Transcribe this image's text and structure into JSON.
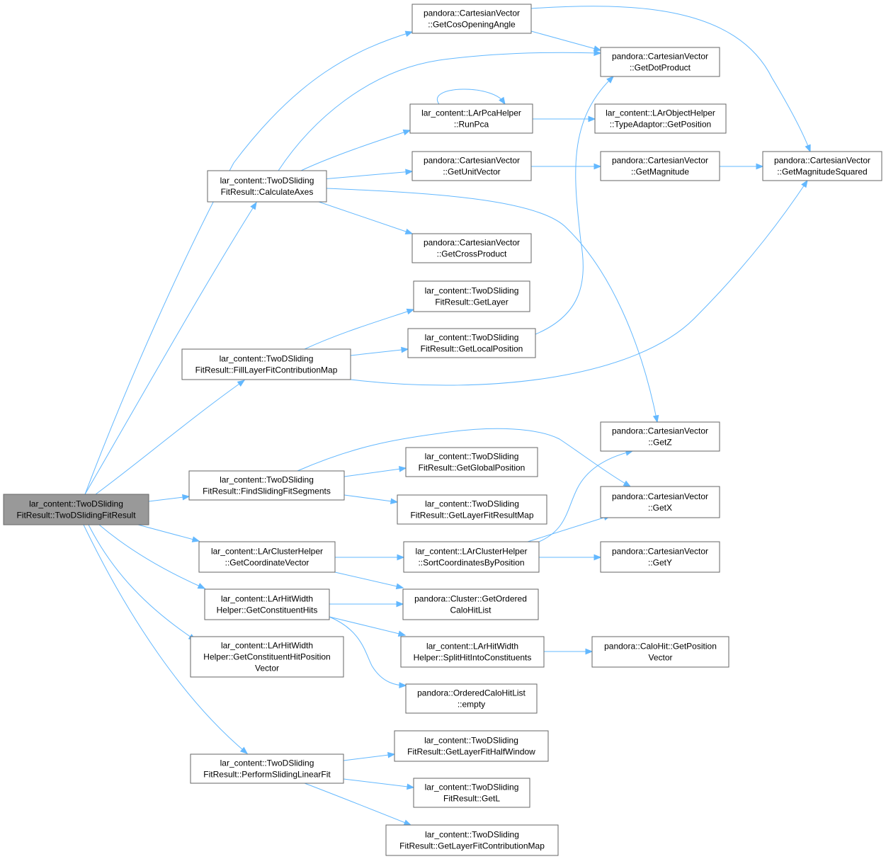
{
  "graph": {
    "nodes": [
      {
        "id": "root",
        "lines": [
          "lar_content::TwoDSliding",
          "FitResult::TwoDSlidingFitResult"
        ],
        "root": true
      },
      {
        "id": "getCosOpeningAngle",
        "lines": [
          "pandora::CartesianVector",
          "::GetCosOpeningAngle"
        ]
      },
      {
        "id": "getDotProduct",
        "lines": [
          "pandora::CartesianVector",
          "::GetDotProduct"
        ]
      },
      {
        "id": "runPca",
        "lines": [
          "lar_content::LArPcaHelper",
          "::RunPca"
        ]
      },
      {
        "id": "typeAdaptorGetPosition",
        "lines": [
          "lar_content::LArObjectHelper",
          "::TypeAdaptor::GetPosition"
        ]
      },
      {
        "id": "getUnitVector",
        "lines": [
          "pandora::CartesianVector",
          "::GetUnitVector"
        ]
      },
      {
        "id": "getMagnitude",
        "lines": [
          "pandora::CartesianVector",
          "::GetMagnitude"
        ]
      },
      {
        "id": "getMagnitudeSquared",
        "lines": [
          "pandora::CartesianVector",
          "::GetMagnitudeSquared"
        ]
      },
      {
        "id": "calculateAxes",
        "lines": [
          "lar_content::TwoDSliding",
          "FitResult::CalculateAxes"
        ]
      },
      {
        "id": "getCrossProduct",
        "lines": [
          "pandora::CartesianVector",
          "::GetCrossProduct"
        ]
      },
      {
        "id": "getLayer",
        "lines": [
          "lar_content::TwoDSliding",
          "FitResult::GetLayer"
        ]
      },
      {
        "id": "getLocalPosition",
        "lines": [
          "lar_content::TwoDSliding",
          "FitResult::GetLocalPosition"
        ]
      },
      {
        "id": "fillLayerFitContributionMap",
        "lines": [
          "lar_content::TwoDSliding",
          "FitResult::FillLayerFitContributionMap"
        ]
      },
      {
        "id": "getZ",
        "lines": [
          "pandora::CartesianVector",
          "::GetZ"
        ]
      },
      {
        "id": "getGlobalPosition",
        "lines": [
          "lar_content::TwoDSliding",
          "FitResult::GetGlobalPosition"
        ]
      },
      {
        "id": "findSlidingFitSegments",
        "lines": [
          "lar_content::TwoDSliding",
          "FitResult::FindSlidingFitSegments"
        ]
      },
      {
        "id": "getX",
        "lines": [
          "pandora::CartesianVector",
          "::GetX"
        ]
      },
      {
        "id": "getLayerFitResultMap",
        "lines": [
          "lar_content::TwoDSliding",
          "FitResult::GetLayerFitResultMap"
        ]
      },
      {
        "id": "getCoordinateVector",
        "lines": [
          "lar_content::LArClusterHelper",
          "::GetCoordinateVector"
        ]
      },
      {
        "id": "sortCoordinatesByPosition",
        "lines": [
          "lar_content::LArClusterHelper",
          "::SortCoordinatesByPosition"
        ]
      },
      {
        "id": "getY",
        "lines": [
          "pandora::CartesianVector",
          "::GetY"
        ]
      },
      {
        "id": "getConstituentHits",
        "lines": [
          "lar_content::LArHitWidth",
          "Helper::GetConstituentHits"
        ]
      },
      {
        "id": "getOrderedCaloHitList",
        "lines": [
          "pandora::Cluster::GetOrdered",
          "CaloHitList"
        ]
      },
      {
        "id": "getConstituentHitPositionVector",
        "lines": [
          "lar_content::LArHitWidth",
          "Helper::GetConstituentHitPosition",
          "Vector"
        ]
      },
      {
        "id": "splitHitIntoConstituents",
        "lines": [
          "lar_content::LArHitWidth",
          "Helper::SplitHitIntoConstituents"
        ]
      },
      {
        "id": "caloHitGetPositionVector",
        "lines": [
          "pandora::CaloHit::GetPosition",
          "Vector"
        ]
      },
      {
        "id": "orderedCaloHitListEmpty",
        "lines": [
          "pandora::OrderedCaloHitList",
          "::empty"
        ]
      },
      {
        "id": "getLayerFitHalfWindow",
        "lines": [
          "lar_content::TwoDSliding",
          "FitResult::GetLayerFitHalfWindow"
        ]
      },
      {
        "id": "performSlidingLinearFit",
        "lines": [
          "lar_content::TwoDSliding",
          "FitResult::PerformSlidingLinearFit"
        ]
      },
      {
        "id": "getL",
        "lines": [
          "lar_content::TwoDSliding",
          "FitResult::GetL"
        ]
      },
      {
        "id": "getLayerFitContributionMap",
        "lines": [
          "lar_content::TwoDSliding",
          "FitResult::GetLayerFitContributionMap"
        ]
      }
    ],
    "edges": [
      {
        "from": "root",
        "to": "getCosOpeningAngle"
      },
      {
        "from": "root",
        "to": "calculateAxes"
      },
      {
        "from": "root",
        "to": "fillLayerFitContributionMap"
      },
      {
        "from": "root",
        "to": "findSlidingFitSegments"
      },
      {
        "from": "root",
        "to": "getCoordinateVector"
      },
      {
        "from": "root",
        "to": "getConstituentHits"
      },
      {
        "from": "root",
        "to": "getConstituentHitPositionVector"
      },
      {
        "from": "root",
        "to": "performSlidingLinearFit"
      },
      {
        "from": "getCosOpeningAngle",
        "to": "getDotProduct"
      },
      {
        "from": "getCosOpeningAngle",
        "to": "getMagnitudeSquared"
      },
      {
        "from": "calculateAxes",
        "to": "getDotProduct"
      },
      {
        "from": "calculateAxes",
        "to": "runPca"
      },
      {
        "from": "calculateAxes",
        "to": "getUnitVector"
      },
      {
        "from": "calculateAxes",
        "to": "getCrossProduct"
      },
      {
        "from": "calculateAxes",
        "to": "getZ"
      },
      {
        "from": "runPca",
        "to": "runPca"
      },
      {
        "from": "runPca",
        "to": "typeAdaptorGetPosition"
      },
      {
        "from": "getUnitVector",
        "to": "getMagnitude"
      },
      {
        "from": "getMagnitude",
        "to": "getMagnitudeSquared"
      },
      {
        "from": "fillLayerFitContributionMap",
        "to": "getLayer"
      },
      {
        "from": "fillLayerFitContributionMap",
        "to": "getLocalPosition"
      },
      {
        "from": "fillLayerFitContributionMap",
        "to": "getMagnitudeSquared"
      },
      {
        "from": "getLocalPosition",
        "to": "getDotProduct"
      },
      {
        "from": "findSlidingFitSegments",
        "to": "getGlobalPosition"
      },
      {
        "from": "findSlidingFitSegments",
        "to": "getLayerFitResultMap"
      },
      {
        "from": "findSlidingFitSegments",
        "to": "getX"
      },
      {
        "from": "getCoordinateVector",
        "to": "sortCoordinatesByPosition"
      },
      {
        "from": "getCoordinateVector",
        "to": "getOrderedCaloHitList"
      },
      {
        "from": "sortCoordinatesByPosition",
        "to": "getZ"
      },
      {
        "from": "sortCoordinatesByPosition",
        "to": "getX"
      },
      {
        "from": "sortCoordinatesByPosition",
        "to": "getY"
      },
      {
        "from": "getConstituentHits",
        "to": "getOrderedCaloHitList"
      },
      {
        "from": "getConstituentHits",
        "to": "splitHitIntoConstituents"
      },
      {
        "from": "getConstituentHits",
        "to": "orderedCaloHitListEmpty"
      },
      {
        "from": "splitHitIntoConstituents",
        "to": "caloHitGetPositionVector"
      },
      {
        "from": "performSlidingLinearFit",
        "to": "getLayerFitHalfWindow"
      },
      {
        "from": "performSlidingLinearFit",
        "to": "getL"
      },
      {
        "from": "performSlidingLinearFit",
        "to": "getLayerFitContributionMap"
      }
    ],
    "colors": {
      "edge": "#63b8ff",
      "node_border": "#666666",
      "node_fill": "#ffffff",
      "root_fill": "#999999"
    }
  }
}
